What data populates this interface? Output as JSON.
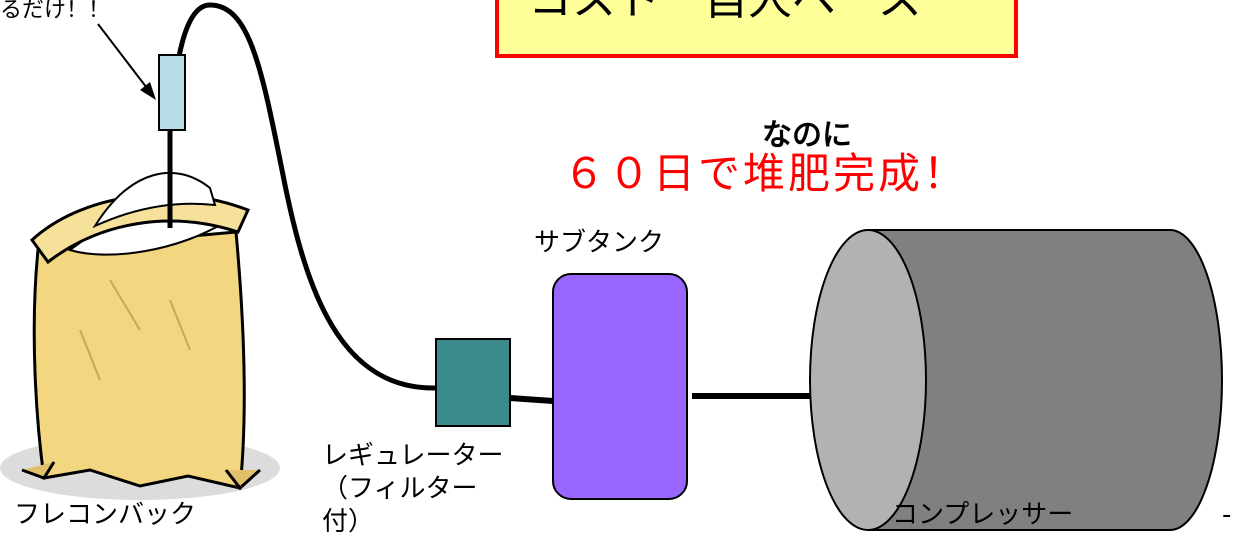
{
  "labels": {
    "top_left_fragment": "るだけ！！",
    "banner_fragment": "コスト　自人ベース",
    "nanoni": "なのに",
    "days": "６０日で堆肥完成！",
    "subtank": "サブタンク",
    "regulator_line1": "レギュレーター",
    "regulator_line2": "（フィルター",
    "regulator_line3": "付）",
    "bag": "フレコンバック",
    "compressor": "コンプレッサー",
    "dash": "-"
  },
  "colors": {
    "banner_fill": "#ffff99",
    "banner_border": "#ff0000",
    "days_text": "#ff0000",
    "probe": "#b7dde6",
    "regulator": "#3b8a8c",
    "subtank": "#9966ff",
    "compressor_body": "#808080",
    "compressor_face": "#b2b2b2",
    "bag": "#f2d680"
  }
}
